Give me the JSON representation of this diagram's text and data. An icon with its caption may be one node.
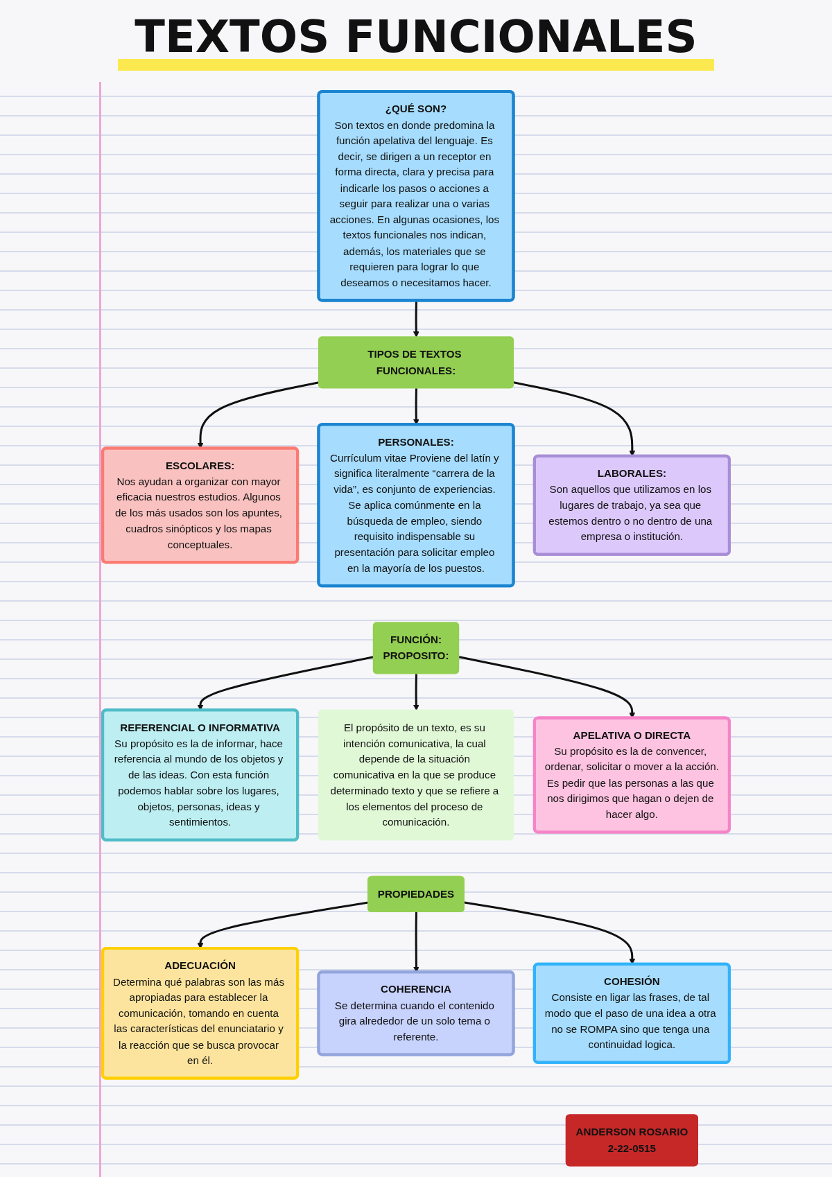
{
  "diagram": {
    "title": "TEXTOS FUNCIONALES",
    "nodes": [
      {
        "text": [
          "¿QUÉ SON?",
          "Son textos en donde predomina la función apelativa del lenguaje. Es decir, se dirigen a un receptor en forma directa, clara y precisa para indicarle los pasos o acciones a seguir para realizar una o varias acciones. En algunas ocasiones, los textos funcionales nos indican, además, los materiales que se requieren para lograr lo que deseamos o necesitamos hacer."
        ]
      },
      {
        "text": [
          "TIPOS DE TEXTOS FUNCIONALES:"
        ]
      },
      {
        "text": [
          "ESCOLARES:",
          "Nos ayudan a organizar con mayor eficacia nuestros estudios. Algunos de los más usados son los apuntes, cuadros sinópticos y los mapas conceptuales."
        ]
      },
      {
        "text": [
          "PERSONALES:",
          "Currículum vitae Proviene del latín y significa literalmente “carrera de la vida”, es conjunto de experiencias. Se aplica comúnmente en la búsqueda de empleo, siendo requisito indispensable su presentación para solicitar empleo en la mayoría de los puestos."
        ]
      },
      {
        "text": [
          "LABORALES:",
          "Son aquellos que utilizamos en los lugares de trabajo, ya sea que estemos dentro o no dentro de una empresa o institución."
        ]
      },
      {
        "text": [
          "REFERENCIAL O INFORMATIVA",
          "Su propósito es la de informar, hace referencia al mundo de los objetos y de las ideas. Con esta función podemos hablar sobre los lugares, objetos, personas, ideas y sentimientos."
        ]
      },
      {
        "text": [
          "FUNCIÓN:",
          "PROPOSITO:"
        ]
      },
      {
        "text": [
          "APELATIVA O DIRECTA",
          "Su propósito es la de convencer, ordenar, solicitar o mover a la acción.",
          "Es pedir que las personas a las que nos dirigimos que hagan o dejen de hacer algo."
        ]
      },
      {
        "text": [
          "El propósito de un texto, es su intención comunicativa, la cual depende de la situación comunicativa en la que se produce determinado texto y que se refiere a los elementos del proceso de comunicación."
        ]
      },
      {
        "text": [
          "ADECUACIÓN",
          "Determina qué palabras son las más apropiadas para establecer la comunicación, tomando en cuenta las características del enunciatario y la reacción que se busca provocar en él."
        ]
      },
      {
        "text": [
          "PROPIEDADES"
        ]
      },
      {
        "text": [
          "COHESIÓN",
          "Consiste en ligar las frases, de tal modo que el paso de una idea a otra no se ROMPA sino que tenga una continuidad logica."
        ]
      },
      {
        "text": [
          "COHERENCIA",
          "Se determina cuando el contenido gira alrededor de un solo tema o referente."
        ]
      },
      {
        "text": [
          "ANDERSON ROSARIO",
          "2-22-0515"
        ]
      }
    ],
    "edges": [
      {
        "from": 0,
        "to": 1,
        "arrow": "to"
      },
      {
        "from": 1,
        "to": 2,
        "arrow": "to"
      },
      {
        "from": 1,
        "to": 3,
        "arrow": "to"
      },
      {
        "from": 1,
        "to": 4,
        "arrow": "to"
      },
      {
        "from": 6,
        "to": 5,
        "arrow": "to"
      },
      {
        "from": 6,
        "to": 8,
        "arrow": "to"
      },
      {
        "from": 6,
        "to": 7,
        "arrow": "to"
      },
      {
        "from": 10,
        "to": 9,
        "arrow": "to"
      },
      {
        "from": 10,
        "to": 12,
        "arrow": "to"
      },
      {
        "from": 10,
        "to": 11,
        "arrow": "to"
      }
    ]
  }
}
